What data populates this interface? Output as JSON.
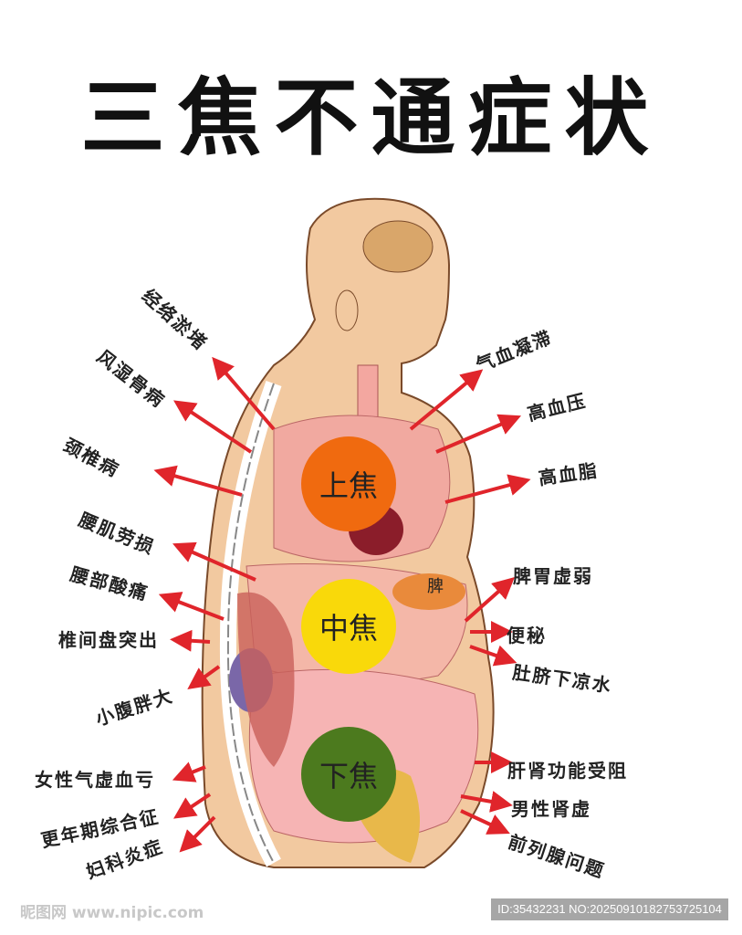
{
  "title": "三焦不通症状",
  "zones": [
    {
      "label": "上焦",
      "color": "#f06a0f"
    },
    {
      "label": "中焦",
      "color": "#f9d90a"
    },
    {
      "label": "下焦",
      "color": "#4c7a1e"
    }
  ],
  "organ_label": "脾",
  "left_symptoms": [
    "经络淤堵",
    "风湿骨病",
    "颈椎病",
    "腰肌劳损",
    "腰部酸痛",
    "椎间盘突出",
    "小腹胖大",
    "女性气虚血亏",
    "更年期综合征",
    "妇科炎症"
  ],
  "right_symptoms": [
    "气血凝滞",
    "高血压",
    "高血脂",
    "脾胃虚弱",
    "便秘",
    "肚脐下凉水",
    "肝肾功能受阻",
    "男性肾虚",
    "前列腺问题"
  ],
  "arrow_color": "#e0252b",
  "watermark": {
    "site": "昵图网 www.nipic.com",
    "id": "ID:35432231 NO:20250910182753725104"
  }
}
